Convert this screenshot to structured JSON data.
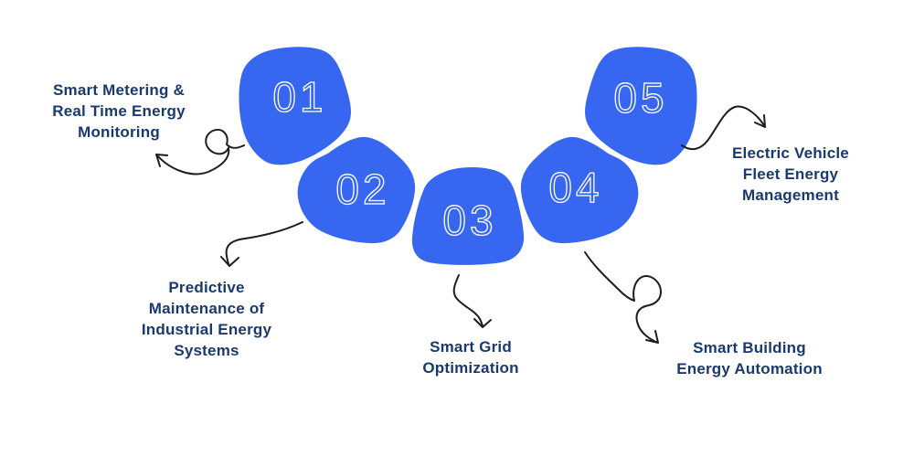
{
  "diagram": {
    "type": "process-fan-infographic",
    "step_count": 5,
    "colors": {
      "blob_fill": "#3767F0",
      "number_text": "#FFFFFF",
      "label_text": "#1A3A6E",
      "arrow_stroke": "#1D1D1D",
      "background": "#FFFFFF"
    },
    "steps": [
      {
        "number": "01",
        "label": "Smart Metering &\nReal Time Energy\nMonitoring"
      },
      {
        "number": "02",
        "label": "Predictive\nMaintenance of\nIndustrial Energy\nSystems"
      },
      {
        "number": "03",
        "label": "Smart Grid\nOptimization"
      },
      {
        "number": "04",
        "label": "Smart Building\nEnergy Automation"
      },
      {
        "number": "05",
        "label": "Electric Vehicle\nFleet Energy\nManagement"
      }
    ]
  }
}
